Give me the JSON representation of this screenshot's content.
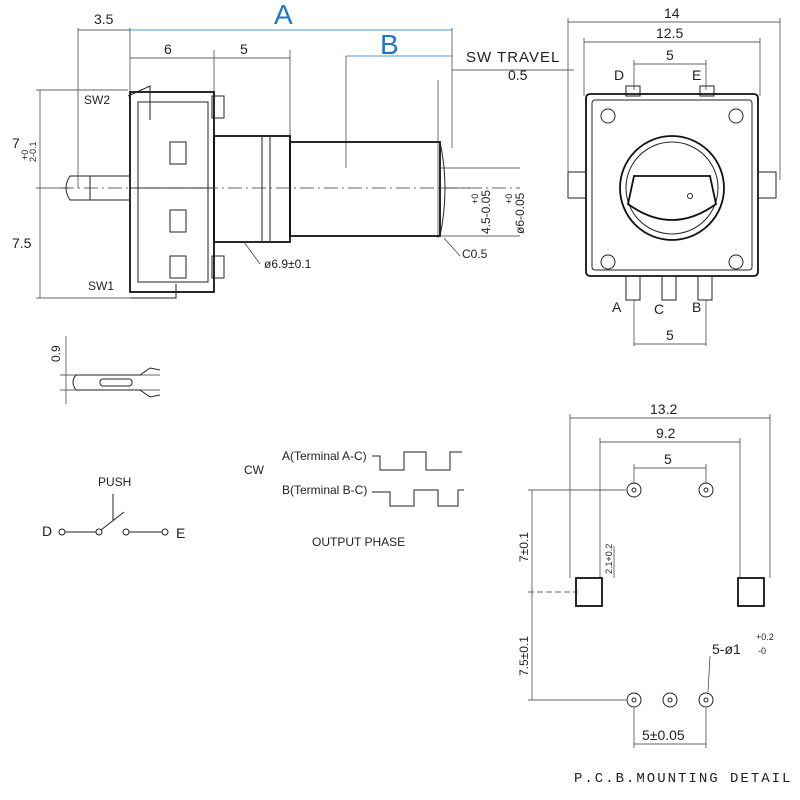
{
  "side_view": {
    "dim_a_label": "A",
    "dim_b_label": "B",
    "dim_3_5": "3.5",
    "dim_6": "6",
    "dim_5": "5",
    "sw_travel": "SW TRAVEL",
    "sw_travel_value": "0.5",
    "dim_7": "7",
    "dim_7_tol": "+0\n2-0.1",
    "dim_7_5": "7.5",
    "sw2_label": "SW2",
    "sw1_label": "SW1",
    "shaft_diameter": "ø6.9±0.1",
    "chamfer": "C0.5",
    "dim_4_5": "4.5-0.05",
    "dim_4_5_tol": "+0",
    "dim_6_dia": "ø6-0.05",
    "dim_6_dia_tol": "+0"
  },
  "front_view": {
    "dim_14": "14",
    "dim_12_5": "12.5",
    "dim_5_top": "5",
    "pin_d": "D",
    "pin_e": "E",
    "pin_a": "A",
    "pin_c": "C",
    "pin_b": "B",
    "dim_5_bottom": "5"
  },
  "pin_detail": {
    "dim_0_9": "0.9"
  },
  "switch_schematic": {
    "push_label": "PUSH",
    "left_terminal": "D",
    "right_terminal": "E"
  },
  "output_phase": {
    "cw_label": "CW",
    "terminal_a": "A(Terminal A-C)",
    "terminal_b": "B(Terminal B-C)",
    "caption": "OUTPUT PHASE"
  },
  "pcb_detail": {
    "dim_13_2": "13.2",
    "dim_9_2": "9.2",
    "dim_5_top": "5",
    "dim_7_tol": "7±0.1",
    "dim_2_1": "2.1+0.2",
    "dim_7_5_tol": "7.5±0.1",
    "hole_spec": "5-ø1",
    "hole_tol": "+0.2",
    "hole_tol_low": "-0",
    "dim_5_bottom": "5±0.05",
    "caption": "P.C.B.MOUNTING DETAIL"
  }
}
